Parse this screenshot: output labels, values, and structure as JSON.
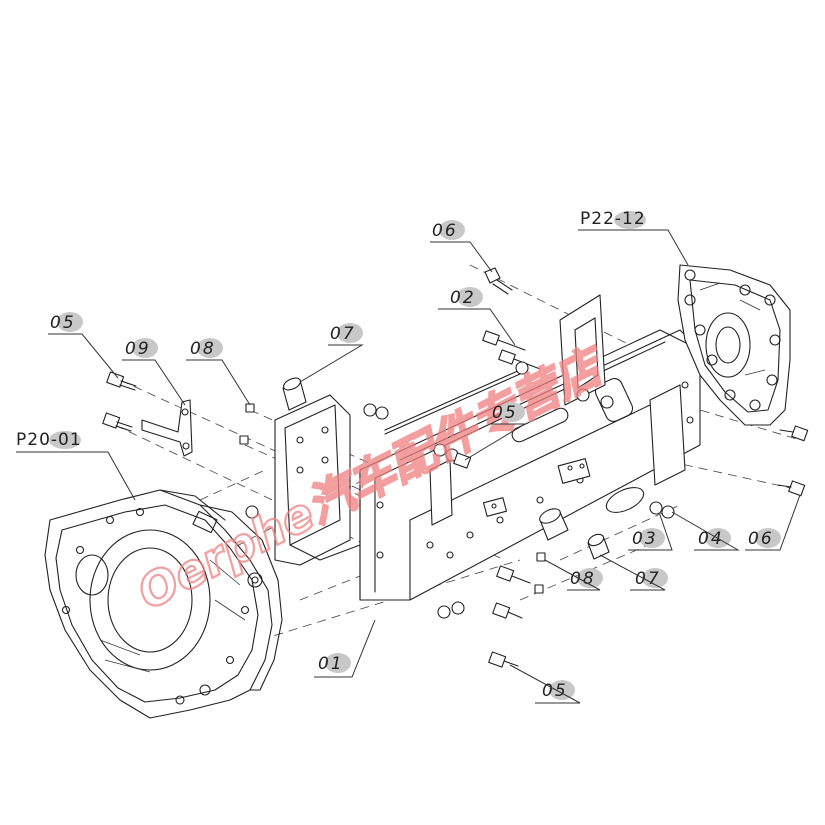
{
  "callouts": {
    "c06_top": "06",
    "c02": "02",
    "c05_left": "05",
    "c09": "09",
    "c08_left": "08",
    "c07_top": "07",
    "c05_mid": "05",
    "c03": "03",
    "c04": "04",
    "c06_right": "06",
    "c08_bottom": "08",
    "c07_bottom": "07",
    "c01": "01",
    "c05_bottom": "05"
  },
  "refs": {
    "p22": "P22-12",
    "p20": "P20-01"
  },
  "watermark": {
    "text": "Oerphe汽车配件专营店",
    "color": "#f08080"
  },
  "colors": {
    "line": "#222222",
    "bubble": "#c8c8c8",
    "watermark": "#f08080"
  }
}
